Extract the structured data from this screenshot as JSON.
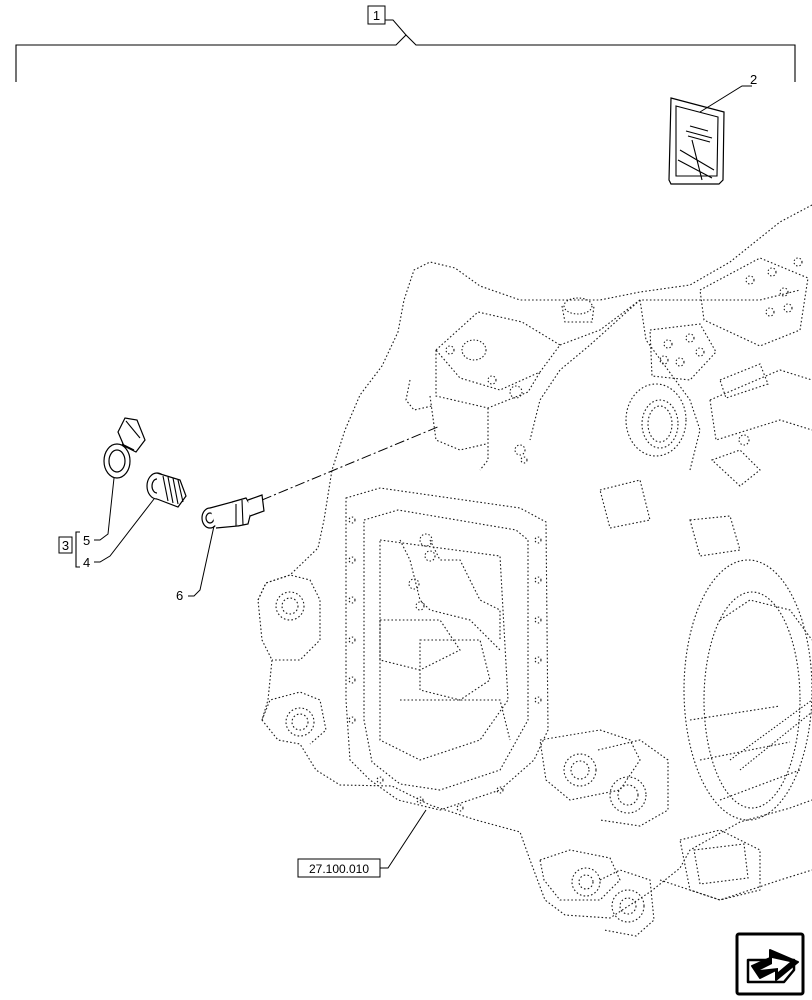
{
  "callouts": {
    "assembly": "1",
    "manual": "2",
    "kit": "3",
    "item5": "5",
    "item4": "4",
    "item6": "6"
  },
  "reference": {
    "section_ref": "27.100.010"
  },
  "icons": {
    "nav": "next-page-arrow-icon"
  }
}
